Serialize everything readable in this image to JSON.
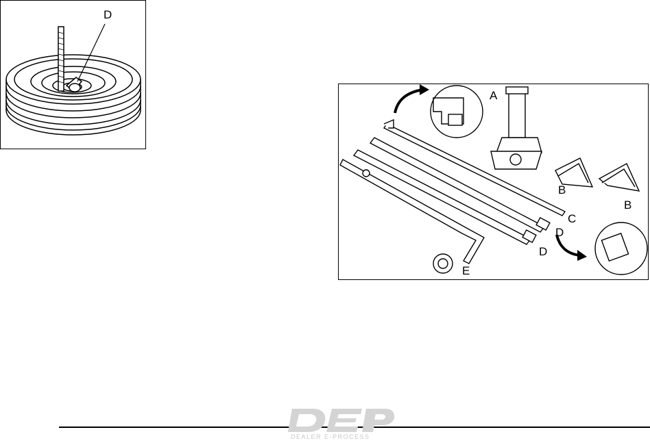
{
  "figure_spare": {
    "callouts": {
      "d": "D"
    }
  },
  "figure_tools": {
    "callouts": {
      "a": "A",
      "b1": "B",
      "b2": "B",
      "c": "C",
      "d1": "D",
      "d2": "D",
      "e": "E"
    }
  },
  "watermark": {
    "sub": "DEALER E-PROCESS"
  }
}
